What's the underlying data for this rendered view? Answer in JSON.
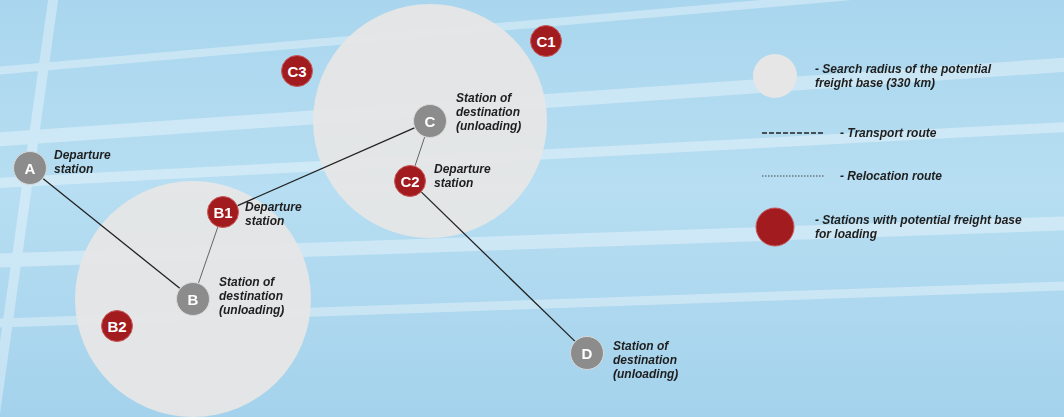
{
  "diagram": {
    "nodes": [
      {
        "text": [
          "A",
          "Departure station"
        ]
      },
      {
        "text": [
          "B1",
          "Departure station"
        ]
      },
      {
        "text": [
          "B",
          "Station of destination (unloading)"
        ]
      },
      {
        "text": [
          "B2"
        ]
      },
      {
        "text": [
          "C3"
        ]
      },
      {
        "text": [
          "C1"
        ]
      },
      {
        "text": [
          "C",
          "Station of destination (unloading)"
        ]
      },
      {
        "text": [
          "C2",
          "Departure station"
        ]
      },
      {
        "text": [
          "D",
          "Station of destination (unloading)"
        ]
      }
    ],
    "edges": [
      {
        "from": 0,
        "to": 2,
        "arrow": "none"
      },
      {
        "from": 2,
        "to": 1,
        "arrow": "none"
      },
      {
        "from": 1,
        "to": 6,
        "arrow": "none"
      },
      {
        "from": 6,
        "to": 7,
        "arrow": "none"
      },
      {
        "from": 7,
        "to": 8,
        "arrow": "none"
      }
    ],
    "legend": [
      {
        "text": "- Search radius of the potential freight base (330 km)"
      },
      {
        "text": "- Transport route"
      },
      {
        "text": "- Relocation route"
      },
      {
        "text": "- Stations with potential freight base for loading"
      }
    ]
  }
}
